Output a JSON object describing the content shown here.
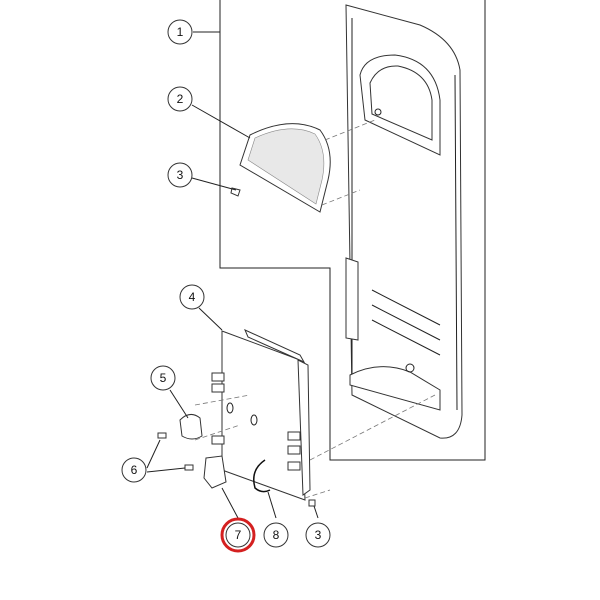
{
  "diagram": {
    "callouts": [
      "1",
      "2",
      "3",
      "4",
      "5",
      "6",
      "7",
      "8",
      "3"
    ],
    "highlighted_callout": "7",
    "highlight_color": "#d42020"
  }
}
